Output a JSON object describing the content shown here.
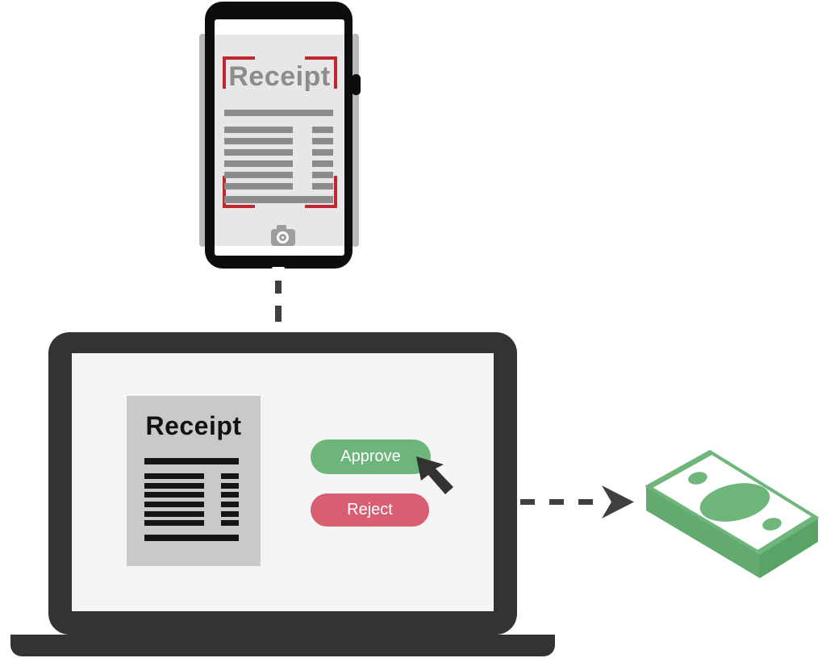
{
  "scene": {
    "description": "Receipt scanning and approval workflow illustration",
    "background_color": "#ffffff"
  },
  "phone": {
    "receipt": {
      "title": "Receipt"
    },
    "scan_frame_color": "#bf2730",
    "body_color": "#0d0d0d",
    "paper_color": "#e8e6e6",
    "ink_color": "#8c8c8c",
    "camera_icon": "camera-icon"
  },
  "laptop": {
    "body_color": "#333333",
    "screen_color": "#f6f5f5",
    "receipt": {
      "title": "Receipt",
      "paper_color": "#c9c9c9",
      "ink_color": "#151515"
    },
    "buttons": {
      "approve": {
        "label": "Approve",
        "color": "#6eb57b",
        "text_color": "#ffffff"
      },
      "reject": {
        "label": "Reject",
        "color": "#d85f72",
        "text_color": "#ffffff"
      }
    },
    "cursor_color": "#333333"
  },
  "connectors": {
    "color": "#3f3f3f",
    "phone_to_laptop": "dashed-vertical-line",
    "laptop_to_money": "dashed-arrow-right"
  },
  "money": {
    "icon": "money-stack-icon",
    "top_color": "#6fb67b",
    "side_color_left": "#62aa6e",
    "side_color_right": "#5aa367",
    "bill_color": "#ffffff"
  }
}
